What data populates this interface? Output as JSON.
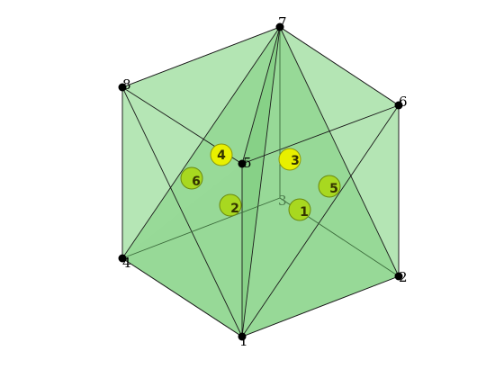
{
  "colors": {
    "face_fill": "#69c869",
    "face_light": "#9adc9a",
    "edge": "#1a1a1a",
    "vertex": "#000000",
    "marker_yellow": "#e8f000",
    "marker_green": "#a8d820",
    "marker_stroke": "#6a8a10"
  },
  "vertices": [
    {
      "id": "v1",
      "label": "1"
    },
    {
      "id": "v2",
      "label": "2"
    },
    {
      "id": "v4",
      "label": "4"
    },
    {
      "id": "v5",
      "label": "5"
    },
    {
      "id": "v6",
      "label": "6"
    },
    {
      "id": "v7",
      "label": "7"
    },
    {
      "id": "v8",
      "label": "8"
    },
    {
      "id": "v3",
      "label": "3"
    }
  ],
  "markers": [
    {
      "id": "t1",
      "label": "1"
    },
    {
      "id": "t2",
      "label": "2"
    },
    {
      "id": "t3",
      "label": "3"
    },
    {
      "id": "t4",
      "label": "4"
    },
    {
      "id": "t5",
      "label": "5"
    },
    {
      "id": "t6",
      "label": "6"
    }
  ]
}
